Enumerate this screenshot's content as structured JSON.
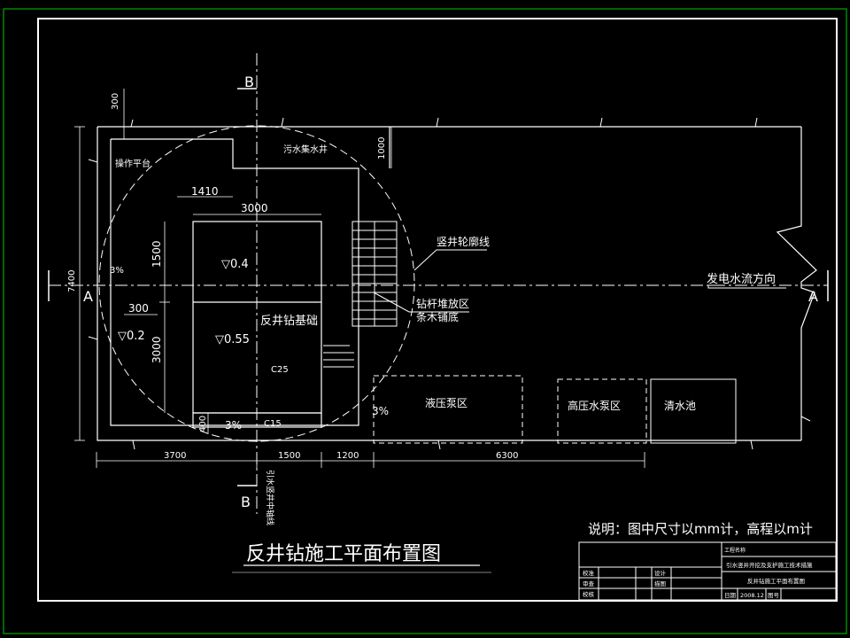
{
  "title": "反井钻施工平面布置图",
  "note": "说明：图中尺寸以mm计，高程以m计",
  "labels": {
    "section_b": "B",
    "section_a": "A",
    "operating_platform": "操作平台",
    "sewage_sump": "污水集水井",
    "shaft_outline": "竖井轮廓线",
    "flow_direction": "发电水流方向",
    "drill_rod_storage": "钻杆堆放区",
    "timber_base": "条木铺底",
    "raise_drill_foundation": "反井钻基础",
    "hydraulic_pump_area": "液压泵区",
    "high_pressure_pump_area": "高压水泵区",
    "clear_water_pool": "清水池",
    "c25": "C25",
    "c15": "C15",
    "elev_04": "▽0.4",
    "elev_055": "▽0.55",
    "elev_02": "▽0.2",
    "slope_3_a": "3%",
    "slope_3_b": "3%",
    "slope_3_c": "3%",
    "vertical_axis_text": "引水竖井中轴线"
  },
  "dimensions": {
    "d300_top": "300",
    "d1000": "1000",
    "d1410": "1410",
    "d3000_h": "3000",
    "d1500_v": "1500",
    "d3000_v": "3000",
    "d300_left": "300",
    "d7400": "7400",
    "d400": "400",
    "d3700": "3700",
    "d1500_h": "1500",
    "d1200": "1200",
    "d6300": "6300"
  },
  "title_block": {
    "project_name_label": "工程名称",
    "project_name": "引水竖井开挖及支护施工技术措施",
    "drawing_name": "反井钻施工平面布置图",
    "row1_left": "校准",
    "row1_mid": "设计",
    "row2_left": "审查",
    "row2_mid": "描图",
    "row3_left": "校核",
    "date_label": "日期",
    "date_value": "2008.12",
    "drawing_no_label": "图号"
  },
  "colors": {
    "background": "#000000",
    "lines": "#ffffff",
    "frame_outer": "#00cc00"
  }
}
